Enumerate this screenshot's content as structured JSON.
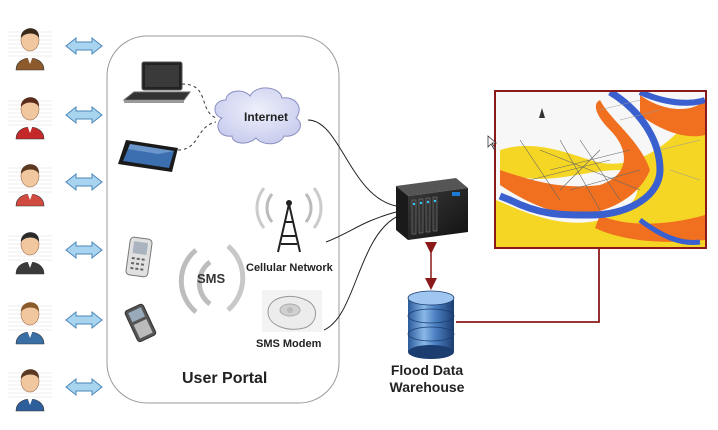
{
  "portal": {
    "title": "User Portal"
  },
  "nodes": {
    "internet": "Internet",
    "cellular": "Cellular Network",
    "sms": "SMS",
    "modem": "SMS Modem",
    "warehouse_line1": "Flood Data",
    "warehouse_line2": "Warehouse"
  },
  "users": [
    {
      "shirt": "#8c5a2c",
      "hair": "#3a2a1a",
      "role": "user-businessman"
    },
    {
      "shirt": "#c42828",
      "hair": "#5a2a1a",
      "role": "user-woman"
    },
    {
      "shirt": "#d04a40",
      "hair": "#5c3a22",
      "role": "user-red-sweater"
    },
    {
      "shirt": "#3a3a3a",
      "hair": "#2a2a2a",
      "role": "user-dark-suit"
    },
    {
      "shirt": "#3a6fa6",
      "hair": "#8a5a2a",
      "role": "user-blue-shirt"
    },
    {
      "shirt": "#2f5f9a",
      "hair": "#5a3a22",
      "role": "user-blue-sweater"
    }
  ],
  "colors": {
    "arrow_fill": "#a8d4f0",
    "arrow_stroke": "#4a86b8",
    "link_dark_red": "#8a1a1a",
    "map_orange": "#f07020",
    "map_yellow": "#f5d000",
    "map_river": "#3a5fcf"
  }
}
